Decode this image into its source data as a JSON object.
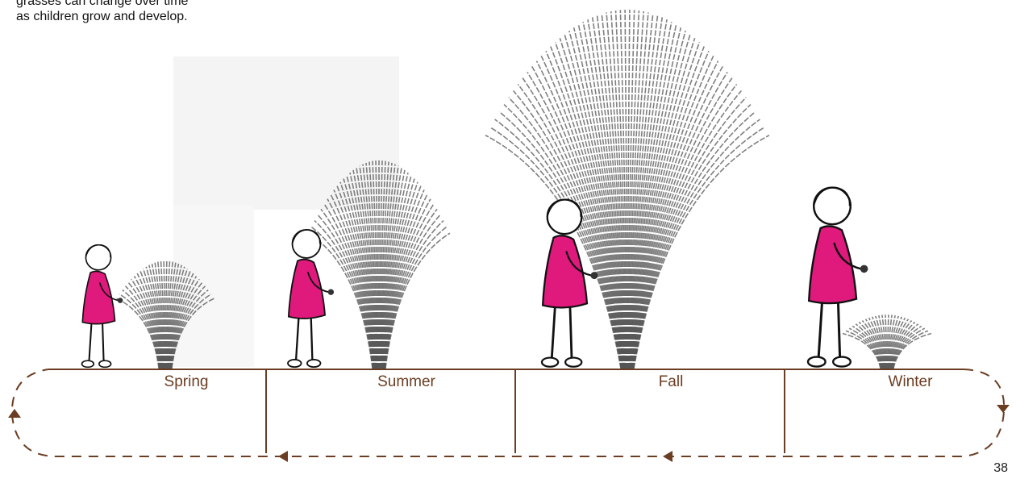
{
  "caption": {
    "line1": "grasses can change over time",
    "line2": "as children grow and develop."
  },
  "seasons": [
    {
      "name": "Spring",
      "grass_height": 0.3
    },
    {
      "name": "Summer",
      "grass_height": 0.58
    },
    {
      "name": "Fall",
      "grass_height": 1.0
    },
    {
      "name": "Winter",
      "grass_height": 0.15
    }
  ],
  "page_number": "38",
  "colors": {
    "line": "#6b3d22",
    "dress": "#e0197d",
    "grass": "#555555"
  },
  "icons": [
    "arrow-left-icon",
    "arrow-up-icon",
    "arrow-down-icon"
  ]
}
